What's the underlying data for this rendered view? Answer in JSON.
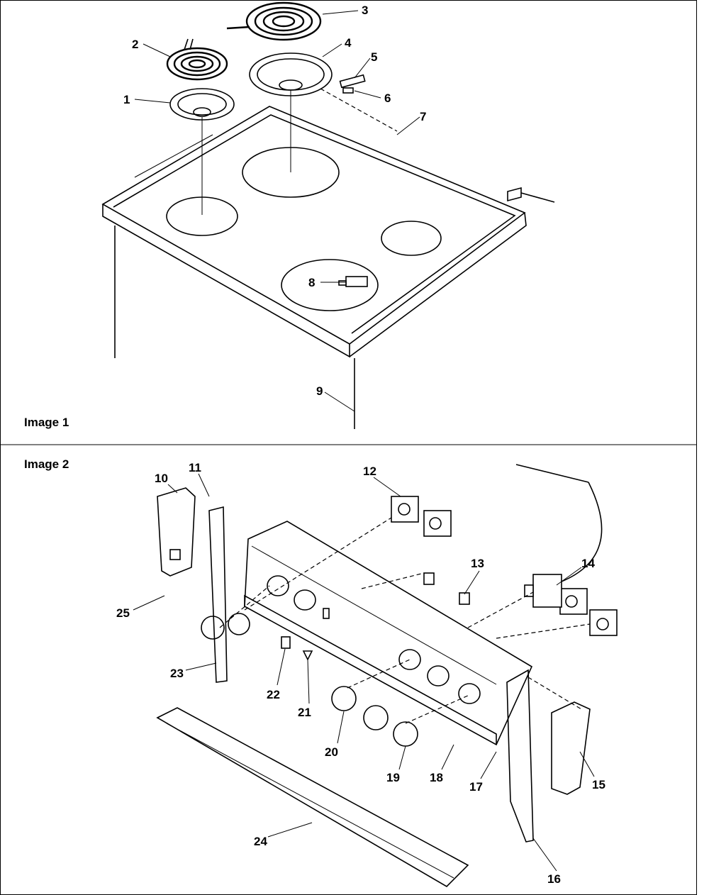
{
  "panels": [
    {
      "id": "image1",
      "label": "Image 1"
    },
    {
      "id": "image2",
      "label": "Image 2"
    }
  ],
  "callouts": [
    "1",
    "2",
    "3",
    "4",
    "5",
    "6",
    "7",
    "8",
    "9",
    "10",
    "11",
    "12",
    "13",
    "14",
    "15",
    "16",
    "17",
    "18",
    "19",
    "20",
    "21",
    "22",
    "23",
    "24",
    "25"
  ],
  "colors": {
    "line": "#000000",
    "background": "#ffffff"
  }
}
